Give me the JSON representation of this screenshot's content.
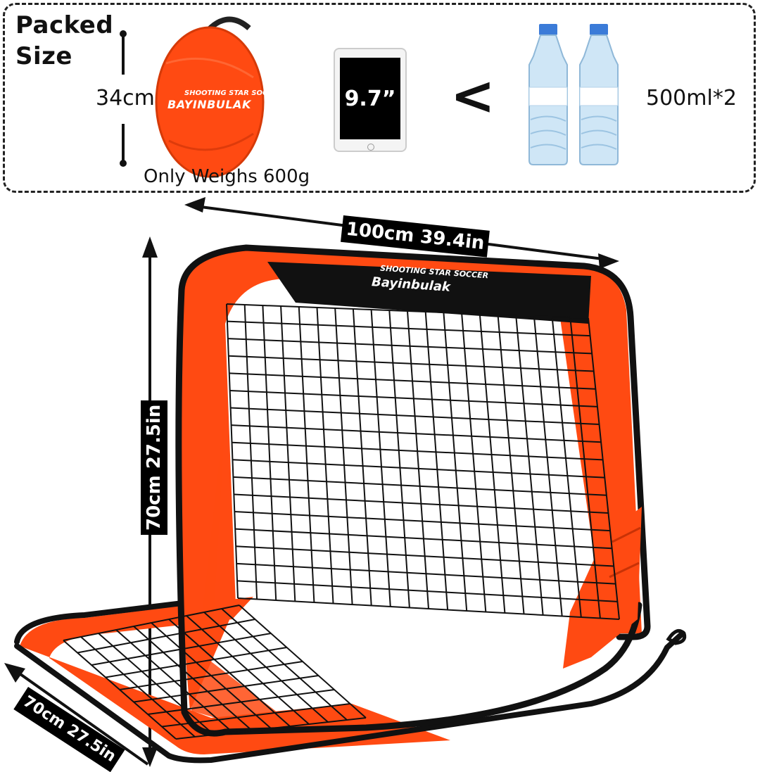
{
  "packed": {
    "title": "Packed Size",
    "diameter": "34cm",
    "weight": "Only Weighs 600g",
    "bag_brand_top": "SHOOTING STAR SOCCER",
    "bag_brand_main": "BAYINBULAK",
    "tablet_size": "9.7”",
    "comparison": "<",
    "bottles": "500ml*2"
  },
  "goal": {
    "logo_top": "SHOOTING STAR SOCCER",
    "logo_main": "Bayinbulak",
    "width_label": "100cm 39.4in",
    "height_label": "70cm 27.5in",
    "depth_label": "70cm 27.5in"
  },
  "colors": {
    "orange": "#ff4a12",
    "orange_dark": "#e23a06",
    "black": "#111111",
    "bottle_blue": "#cfe6f6"
  }
}
